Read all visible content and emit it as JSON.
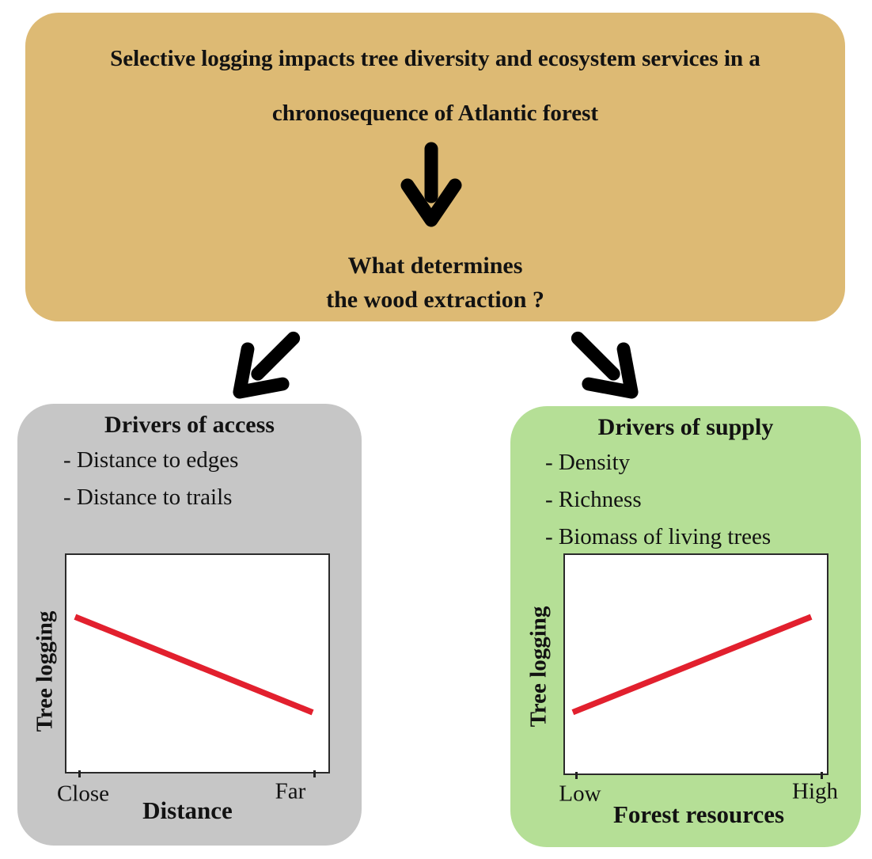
{
  "colors": {
    "background": "#ffffff",
    "top_box": "#ddba74",
    "access_box": "#c6c6c6",
    "supply_box": "#b5df96",
    "arrow": "#000000",
    "trend_line": "#e2202e",
    "text": "#121212"
  },
  "top_box": {
    "title_line1": "Selective logging impacts tree diversity and ecosystem services in a",
    "title_line2": "chronosequence of Atlantic forest",
    "question_line1": "What determines",
    "question_line2": "the wood extraction ?"
  },
  "access_box": {
    "title": "Drivers of access",
    "bullets": [
      "- Distance to edges",
      "- Distance to trails"
    ]
  },
  "supply_box": {
    "title": "Drivers of supply",
    "bullets": [
      "- Density",
      "- Richness",
      "- Biomass of living trees"
    ]
  },
  "chart_data": [
    {
      "type": "line",
      "title": "",
      "xlabel": "Distance",
      "ylabel": "Tree logging",
      "x_tick_labels": [
        "Close",
        "Far"
      ],
      "trend": "decreasing",
      "grid": false,
      "line_color": "#e2202e",
      "points_frac": [
        {
          "x": 0.033,
          "y": 0.285
        },
        {
          "x": 0.94,
          "y": 0.726
        }
      ]
    },
    {
      "type": "line",
      "title": "",
      "xlabel": "Forest resources",
      "ylabel": "Tree logging",
      "x_tick_labels": [
        "Low",
        "High"
      ],
      "trend": "increasing",
      "grid": false,
      "line_color": "#e2202e",
      "points_frac": [
        {
          "x": 0.03,
          "y": 0.72
        },
        {
          "x": 0.94,
          "y": 0.283
        }
      ]
    }
  ]
}
